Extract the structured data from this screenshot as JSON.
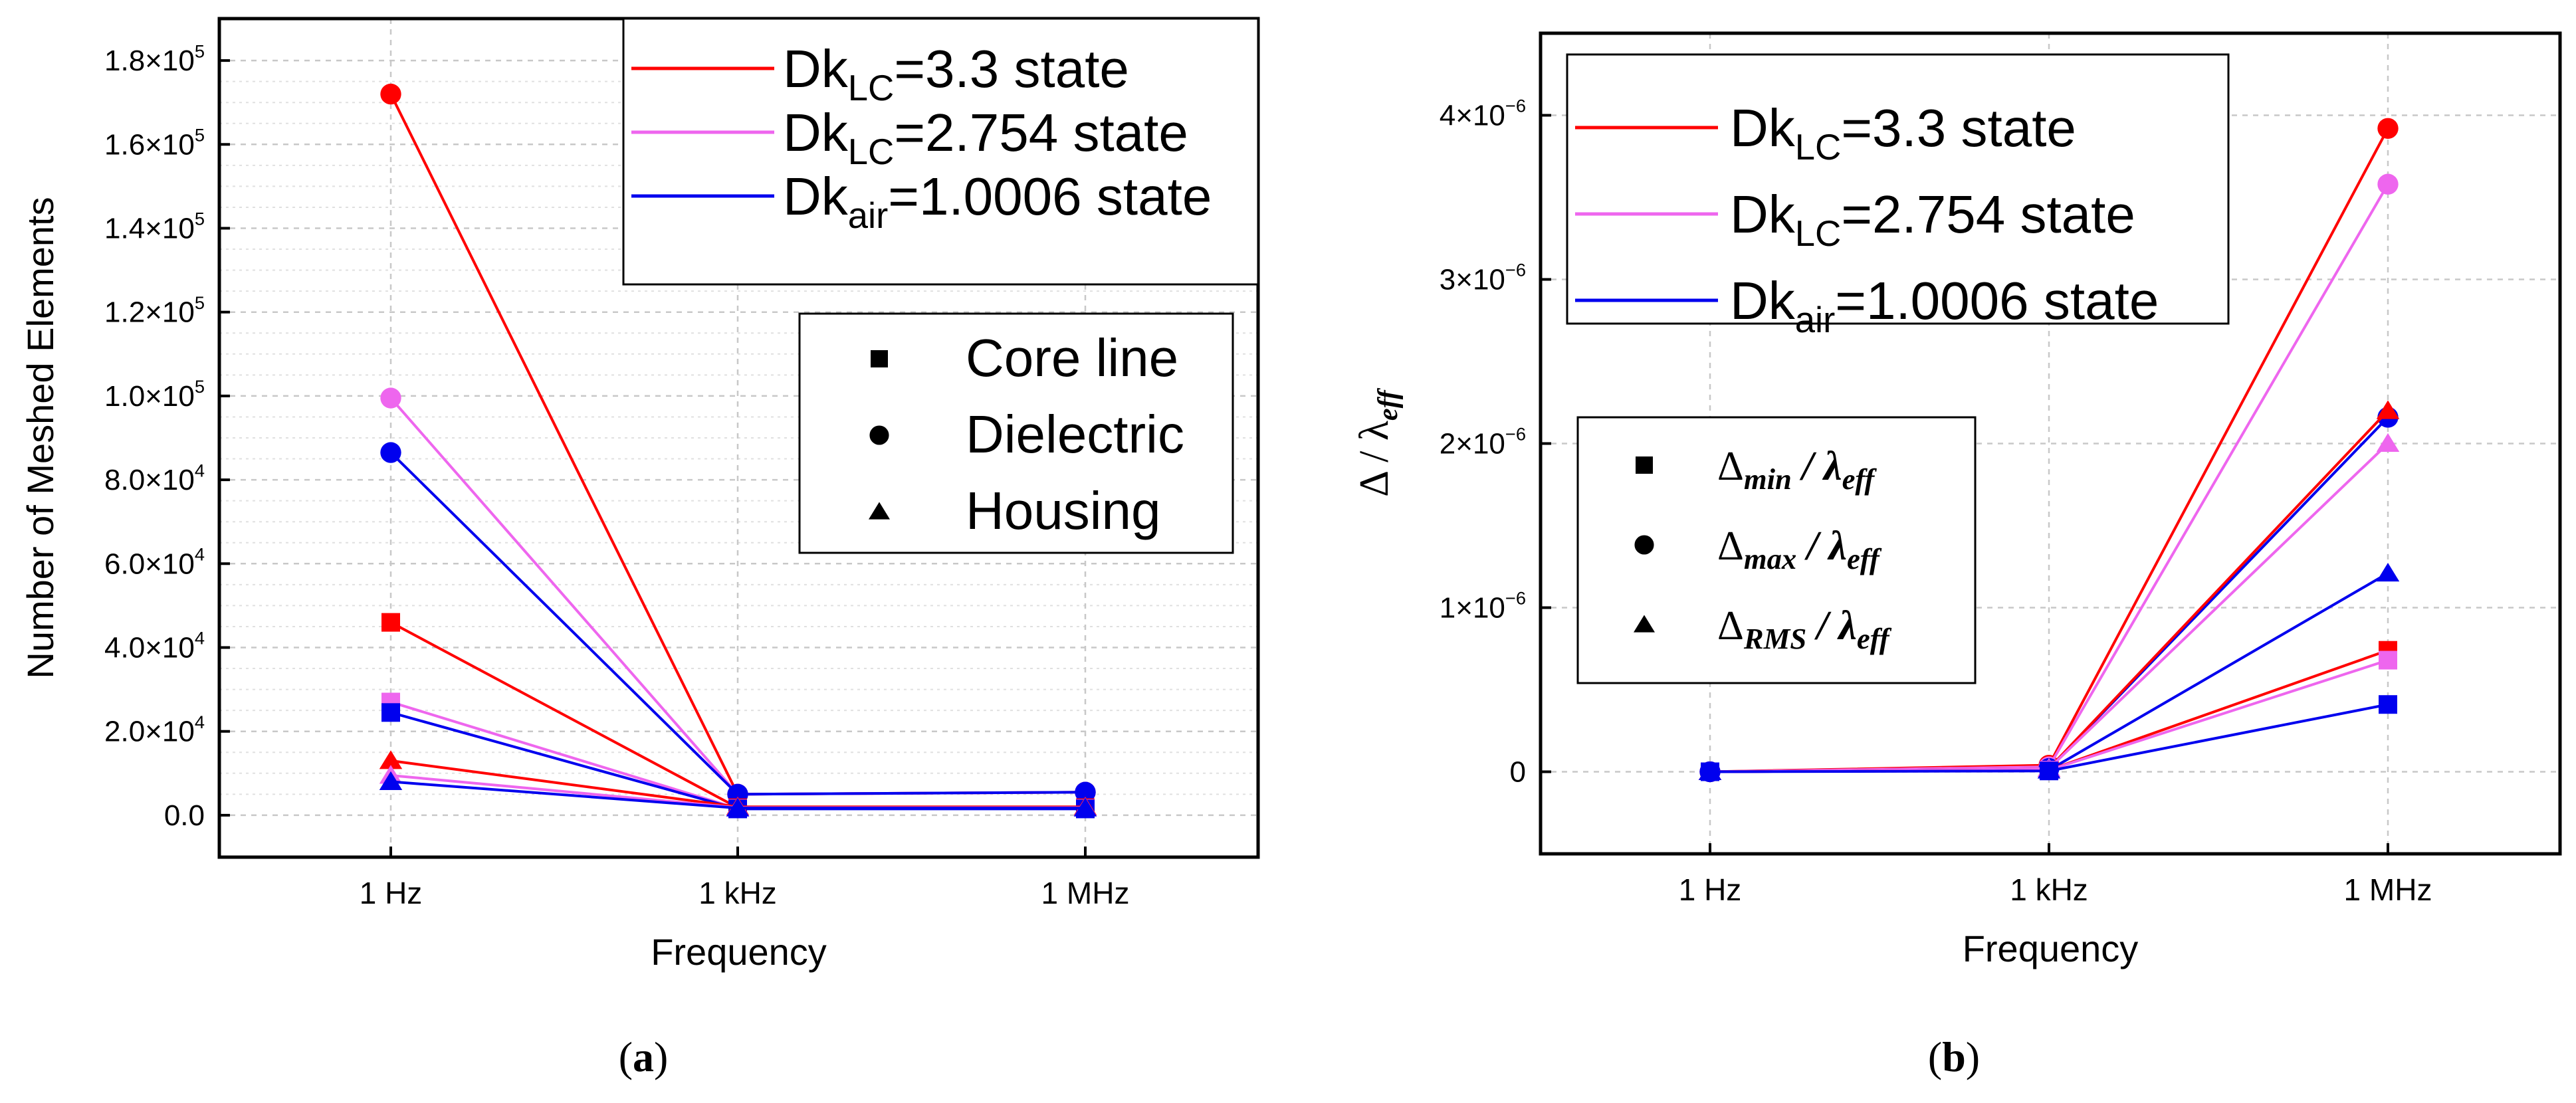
{
  "panel_labels": {
    "a": "a",
    "b": "b"
  },
  "chart_data": [
    {
      "panel": "a",
      "type": "line",
      "categories": [
        "1 Hz",
        "1 kHz",
        "1 MHz"
      ],
      "xlabel": "Frequency",
      "ylabel": "Number of Meshed Elements",
      "ylim": [
        -10000,
        190000
      ],
      "yticks": [
        {
          "value": 0,
          "mant": "0.0",
          "exp": ""
        },
        {
          "value": 20000,
          "mant": "2.0×10",
          "exp": "4"
        },
        {
          "value": 40000,
          "mant": "4.0×10",
          "exp": "4"
        },
        {
          "value": 60000,
          "mant": "6.0×10",
          "exp": "4"
        },
        {
          "value": 80000,
          "mant": "8.0×10",
          "exp": "4"
        },
        {
          "value": 100000,
          "mant": "1.0×10",
          "exp": "5"
        },
        {
          "value": 120000,
          "mant": "1.2×10",
          "exp": "5"
        },
        {
          "value": 140000,
          "mant": "1.4×10",
          "exp": "5"
        },
        {
          "value": 160000,
          "mant": "1.6×10",
          "exp": "5"
        },
        {
          "value": 180000,
          "mant": "1.8×10",
          "exp": "5"
        }
      ],
      "grid": true,
      "color_legend": [
        {
          "pre": "Dk",
          "sub": "LC",
          "post": "=3.3 state",
          "color": "#ff0000"
        },
        {
          "pre": "Dk",
          "sub": "LC",
          "post": "=2.754 state",
          "color": "#ee66ee"
        },
        {
          "pre": "Dk",
          "sub": "air",
          "post": "=1.0006 state",
          "color": "#0000ee"
        }
      ],
      "marker_legend": [
        {
          "marker": "square",
          "label": "Core line"
        },
        {
          "marker": "circle",
          "label": "Dielectric"
        },
        {
          "marker": "triangle",
          "label": "Housing"
        }
      ],
      "series": [
        {
          "color": "#ff0000",
          "marker": "circle",
          "values": [
            172000,
            5000,
            5500
          ]
        },
        {
          "color": "#ee66ee",
          "marker": "circle",
          "values": [
            99500,
            5000,
            5500
          ]
        },
        {
          "color": "#0000ee",
          "marker": "circle",
          "values": [
            86500,
            5000,
            5500
          ]
        },
        {
          "color": "#ff0000",
          "marker": "square",
          "values": [
            46000,
            1800,
            1800
          ]
        },
        {
          "color": "#ee66ee",
          "marker": "square",
          "values": [
            27000,
            1600,
            1600
          ]
        },
        {
          "color": "#0000ee",
          "marker": "square",
          "values": [
            24500,
            1500,
            1500
          ]
        },
        {
          "color": "#ff0000",
          "marker": "triangle",
          "values": [
            13000,
            2000,
            2000
          ]
        },
        {
          "color": "#ee66ee",
          "marker": "triangle",
          "values": [
            9500,
            1800,
            1800
          ]
        },
        {
          "color": "#0000ee",
          "marker": "triangle",
          "values": [
            8000,
            1700,
            1700
          ]
        }
      ]
    },
    {
      "panel": "b",
      "type": "line",
      "categories": [
        "1 Hz",
        "1 kHz",
        "1 MHz"
      ],
      "xlabel": "Frequency",
      "ylabel_parts": {
        "main": "Δ / λ",
        "sub": "eff"
      },
      "ylim": [
        -5e-07,
        4.5e-06
      ],
      "yticks": [
        {
          "value": 0,
          "mant": "0",
          "exp": ""
        },
        {
          "value": 1e-06,
          "mant": "1×10",
          "exp": "−6"
        },
        {
          "value": 2e-06,
          "mant": "2×10",
          "exp": "−6"
        },
        {
          "value": 3e-06,
          "mant": "3×10",
          "exp": "−6"
        },
        {
          "value": 4e-06,
          "mant": "4×10",
          "exp": "−6"
        }
      ],
      "grid": true,
      "color_legend": [
        {
          "pre": "Dk",
          "sub": "LC",
          "post": "=3.3 state",
          "color": "#ff0000"
        },
        {
          "pre": "Dk",
          "sub": "LC",
          "post": "=2.754 state",
          "color": "#ee66ee"
        },
        {
          "pre": "Dk",
          "sub": "air",
          "post": "=1.0006 state",
          "color": "#0000ee"
        }
      ],
      "marker_legend": [
        {
          "marker": "square",
          "delta": "Δ",
          "sub1": "min",
          "mid": " / λ",
          "sub2": "eff"
        },
        {
          "marker": "circle",
          "delta": "Δ",
          "sub1": "max",
          "mid": " / λ",
          "sub2": "eff"
        },
        {
          "marker": "triangle",
          "delta": "Δ",
          "sub1": "RMS",
          "mid": " / λ",
          "sub2": "eff"
        }
      ],
      "series": [
        {
          "color": "#ff0000",
          "marker": "circle",
          "values": [
            0,
            4e-08,
            3.92e-06
          ]
        },
        {
          "color": "#ee66ee",
          "marker": "circle",
          "values": [
            0,
            3e-08,
            3.58e-06
          ]
        },
        {
          "color": "#0000ee",
          "marker": "circle",
          "values": [
            0,
            2e-08,
            2.16e-06
          ]
        },
        {
          "color": "#ff0000",
          "marker": "triangle",
          "values": [
            0,
            2e-08,
            2.2e-06
          ]
        },
        {
          "color": "#ee66ee",
          "marker": "triangle",
          "values": [
            0,
            2e-08,
            2e-06
          ]
        },
        {
          "color": "#0000ee",
          "marker": "triangle",
          "values": [
            0,
            1e-08,
            1.21e-06
          ]
        },
        {
          "color": "#ff0000",
          "marker": "square",
          "values": [
            0,
            1e-08,
            7.4e-07
          ]
        },
        {
          "color": "#ee66ee",
          "marker": "square",
          "values": [
            0,
            1e-08,
            6.8e-07
          ]
        },
        {
          "color": "#0000ee",
          "marker": "square",
          "values": [
            0,
            5e-09,
            4.1e-07
          ]
        }
      ]
    }
  ]
}
